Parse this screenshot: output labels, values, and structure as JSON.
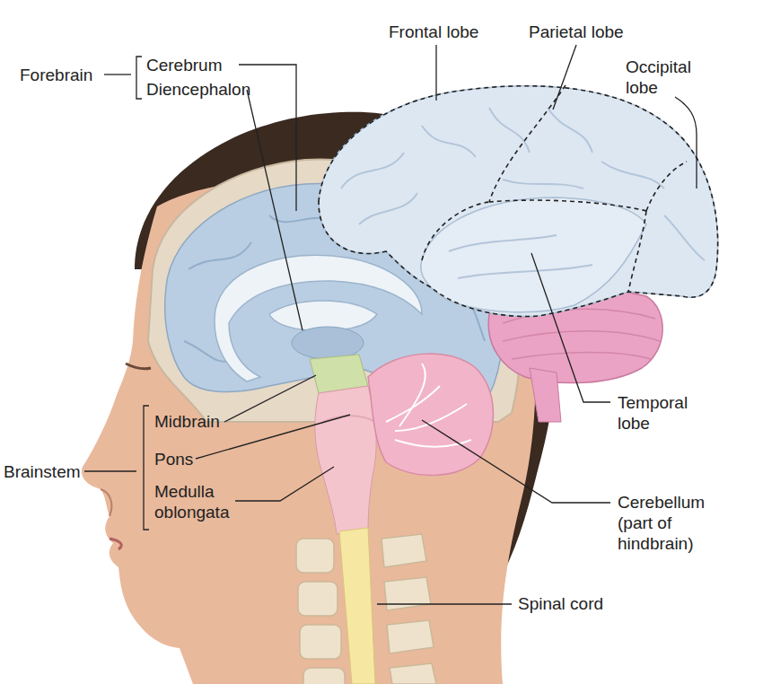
{
  "diagram": {
    "labels": [
      "Forebrain",
      "Cerebrum",
      "Diencephalon",
      "Frontal lobe",
      "Parietal lobe",
      "Occipital lobe",
      "Temporal lobe",
      "Midbrain",
      "Pons",
      "Medulla oblongata",
      "Cerebellum (part of hindbrain)",
      "Spinal cord",
      "Brainstem"
    ]
  }
}
